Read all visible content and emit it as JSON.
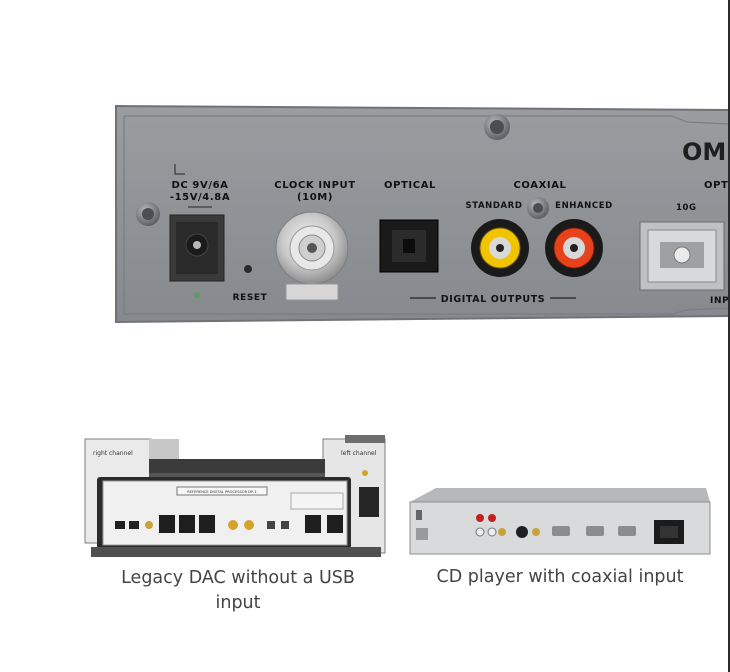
{
  "top_photo": {
    "logo": "OM",
    "dc_label_1": "DC 9V/6A",
    "dc_label_2": "-15V/4.8A",
    "clock_label_1": "CLOCK INPUT",
    "clock_label_2": "(10M)",
    "optical": "OPTICAL",
    "coaxial": "COAXIAL",
    "standard": "STANDARD",
    "enhanced": "ENHANCED",
    "reset": "RESET",
    "digital_outputs": "DIGITAL OUTPUTS",
    "opti_partial": "OPTI",
    "tenG": "10G",
    "inp_partial": "INP",
    "colors": {
      "panel": "#8e9194",
      "panel_dark": "#6f7276",
      "coax_standard": "#f2c400",
      "coax_enhanced": "#e8421c"
    }
  },
  "photo_left": {
    "right_channel": "right channel",
    "left_channel": "left channel",
    "plate_text": "REFERENCE DIGITAL PROCESSOR DP-1"
  },
  "captions": {
    "left": "Legacy DAC without a USB input",
    "right": "CD player with coaxial input"
  }
}
